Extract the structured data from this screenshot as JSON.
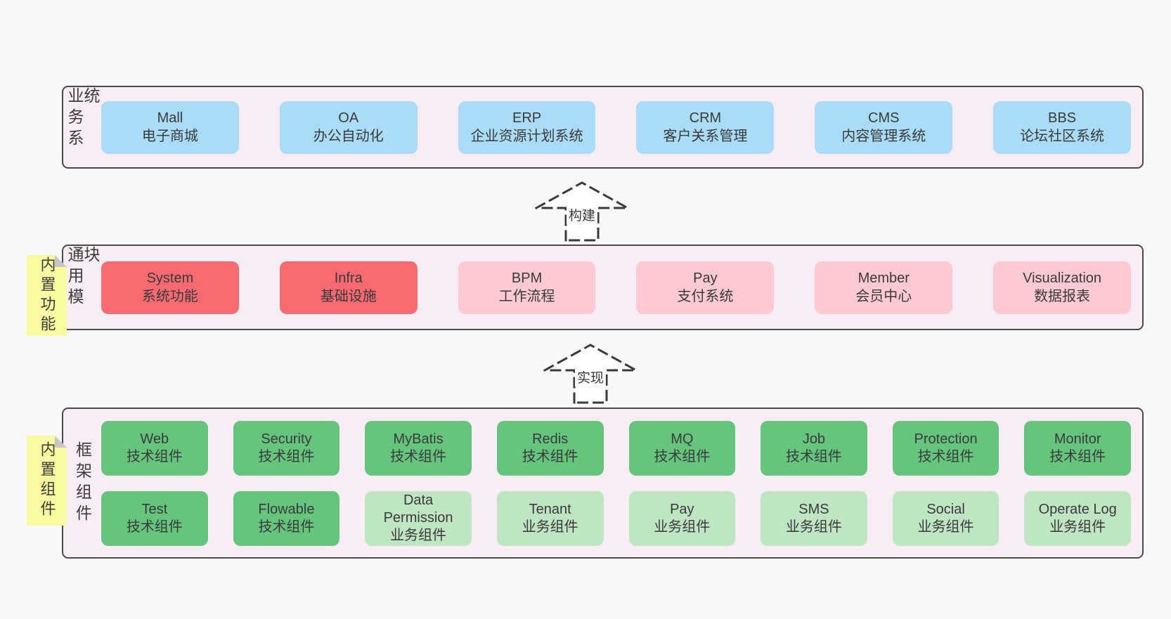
{
  "colors": {
    "page_bg": "#f8f8f8",
    "band_fill": "#f8ecf5",
    "band_border": "#4a4a4a",
    "card_blue": "#aadcf7",
    "card_red": "#f76a70",
    "card_pink": "#fdc9d3",
    "card_green_dark": "#66c57d",
    "card_green_light": "#bfe6c3",
    "sticky_yellow": "#f9f9a2",
    "sticky_fold_gray": "#c6c6c6",
    "text": "#3a3a3a"
  },
  "stickies": [
    {
      "label": "内置功能"
    },
    {
      "label": "内置组件"
    }
  ],
  "arrows": [
    {
      "label": "构建"
    },
    {
      "label": "实现"
    }
  ],
  "bands": [
    {
      "label": "业务系统",
      "items": [
        {
          "en": "Mall",
          "zh": "电子商城",
          "variant": "blue"
        },
        {
          "en": "OA",
          "zh": "办公自动化",
          "variant": "blue"
        },
        {
          "en": "ERP",
          "zh": "企业资源计划系统",
          "variant": "blue"
        },
        {
          "en": "CRM",
          "zh": "客户关系管理",
          "variant": "blue"
        },
        {
          "en": "CMS",
          "zh": "内容管理系统",
          "variant": "blue"
        },
        {
          "en": "BBS",
          "zh": "论坛社区系统",
          "variant": "blue"
        }
      ]
    },
    {
      "label": "通用模块",
      "items": [
        {
          "en": "System",
          "zh": "系统功能",
          "variant": "red"
        },
        {
          "en": "Infra",
          "zh": "基础设施",
          "variant": "red"
        },
        {
          "en": "BPM",
          "zh": "工作流程",
          "variant": "pink"
        },
        {
          "en": "Pay",
          "zh": "支付系统",
          "variant": "pink"
        },
        {
          "en": "Member",
          "zh": "会员中心",
          "variant": "pink"
        },
        {
          "en": "Visualization",
          "zh": "数据报表",
          "variant": "pink"
        }
      ]
    },
    {
      "label": "框架组件",
      "items": [
        {
          "en": "Web",
          "zh": "技术组件",
          "variant": "green"
        },
        {
          "en": "Security",
          "zh": "技术组件",
          "variant": "green"
        },
        {
          "en": "MyBatis",
          "zh": "技术组件",
          "variant": "green"
        },
        {
          "en": "Redis",
          "zh": "技术组件",
          "variant": "green"
        },
        {
          "en": "MQ",
          "zh": "技术组件",
          "variant": "green"
        },
        {
          "en": "Job",
          "zh": "技术组件",
          "variant": "green"
        },
        {
          "en": "Protection",
          "zh": "技术组件",
          "variant": "green"
        },
        {
          "en": "Monitor",
          "zh": "技术组件",
          "variant": "green"
        },
        {
          "en": "Test",
          "zh": "技术组件",
          "variant": "green"
        },
        {
          "en": "Flowable",
          "zh": "技术组件",
          "variant": "green"
        },
        {
          "en": "Data Permission",
          "zh": "业务组件",
          "variant": "green-light"
        },
        {
          "en": "Tenant",
          "zh": "业务组件",
          "variant": "green-light"
        },
        {
          "en": "Pay",
          "zh": "业务组件",
          "variant": "green-light"
        },
        {
          "en": "SMS",
          "zh": "业务组件",
          "variant": "green-light"
        },
        {
          "en": "Social",
          "zh": "业务组件",
          "variant": "green-light"
        },
        {
          "en": "Operate Log",
          "zh": "业务组件",
          "variant": "green-light"
        }
      ]
    }
  ]
}
